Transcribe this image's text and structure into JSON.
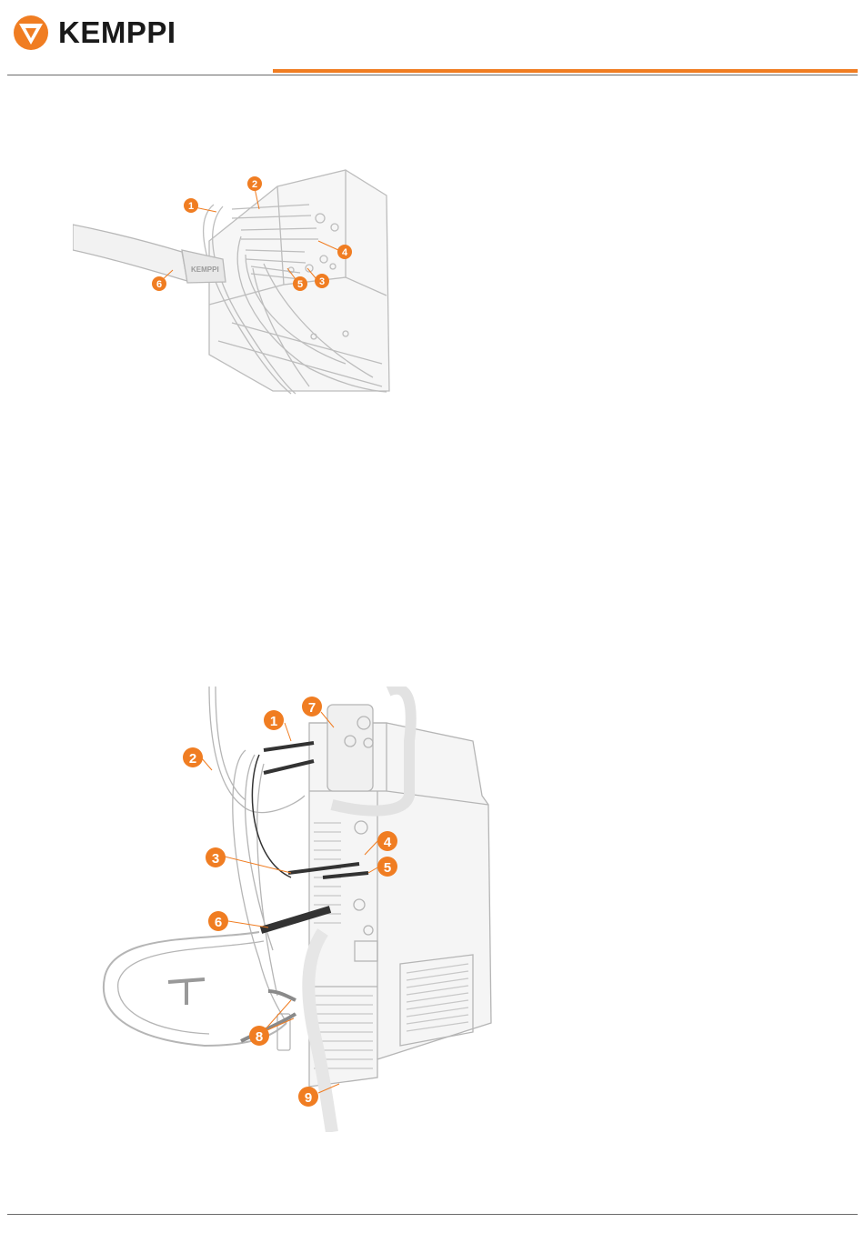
{
  "brand": {
    "name": "KEMPPI",
    "accent_color": "#f07d22",
    "logo_icon": "kemppi-triangle-icon"
  },
  "figure_top": {
    "callouts": [
      "1",
      "2",
      "3",
      "4",
      "5",
      "6"
    ],
    "cable_label": "KEMPPI"
  },
  "figure_bottom": {
    "callouts": [
      "1",
      "2",
      "3",
      "4",
      "5",
      "6",
      "7",
      "8",
      "9"
    ]
  }
}
